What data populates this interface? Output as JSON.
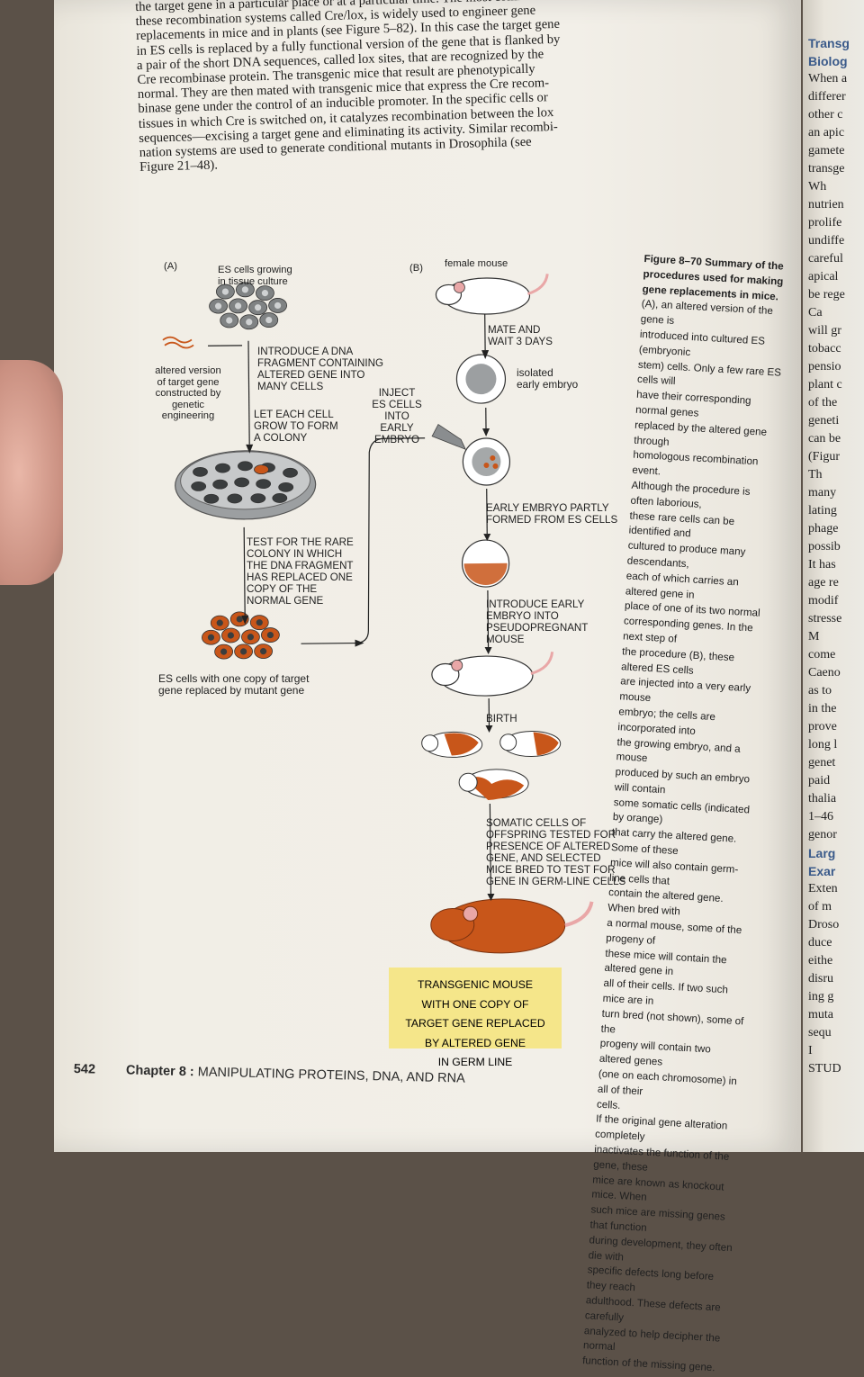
{
  "body_lines": [
    "the target gene in a particular place or at a particular time. The most common of",
    "these recombination systems called Cre/lox, is widely used to engineer gene",
    "replacements in mice and in plants (see Figure 5–82). In this case the target gene",
    "in ES cells is replaced by a fully functional version of the gene that is flanked by",
    "a pair of the short DNA sequences, called lox sites, that are recognized by the",
    "Cre recombinase protein. The transgenic mice that result are phenotypically",
    "normal. They are then mated with transgenic mice that express the Cre recom-",
    "binase gene under the control of an inducible promoter. In the specific cells or",
    "tissues in which Cre is switched on, it catalyzes recombination between the lox",
    "sequences—excising a target gene and eliminating its activity. Similar recombi-",
    "nation systems are used to generate conditional mutants in Drosophila (see",
    "Figure 21–48)."
  ],
  "figure": {
    "panel_a": "(A)",
    "panel_b": "(B)",
    "es_cells_growing": [
      "ES cells growing",
      "in tissue culture"
    ],
    "altered_version": [
      "altered version",
      "of target gene",
      "constructed by",
      "genetic",
      "engineering"
    ],
    "introduce_dna": [
      "INTRODUCE A DNA",
      "FRAGMENT CONTAINING",
      "ALTERED GENE INTO",
      "MANY CELLS"
    ],
    "let_each_cell": [
      "LET EACH CELL",
      "GROW TO FORM",
      "A COLONY"
    ],
    "test_rare": [
      "TEST FOR THE RARE",
      "COLONY IN WHICH",
      "THE DNA FRAGMENT",
      "HAS REPLACED ONE",
      "COPY OF THE",
      "NORMAL GENE"
    ],
    "es_one_copy": [
      "ES cells with one copy of target",
      "gene replaced by mutant gene"
    ],
    "inject": [
      "INJECT",
      "ES CELLS",
      "INTO",
      "EARLY EMBRYO"
    ],
    "female_mouse": "female mouse",
    "mate_wait": [
      "MATE AND",
      "WAIT 3 DAYS"
    ],
    "isolated_embryo": [
      "isolated",
      "early embryo"
    ],
    "early_embryo_partly": [
      "EARLY EMBRYO PARTLY",
      "FORMED FROM ES CELLS"
    ],
    "introduce_early": [
      "INTRODUCE EARLY",
      "EMBRYO INTO",
      "PSEUDOPREGNANT",
      "MOUSE"
    ],
    "birth": "BIRTH",
    "somatic_cells": [
      "SOMATIC CELLS OF",
      "OFFSPRING TESTED FOR",
      "PRESENCE OF ALTERED",
      "GENE, AND SELECTED",
      "MICE BRED TO TEST FOR",
      "GENE IN GERM-LINE CELLS"
    ],
    "transgenic_mouse": [
      "TRANSGENIC MOUSE",
      "WITH ONE COPY OF",
      "TARGET GENE REPLACED",
      "BY ALTERED GENE",
      "IN GERM LINE"
    ],
    "colors": {
      "orange": "#c8561a",
      "cell_gray": "#7f8283",
      "dark_cell": "#3a3d3e",
      "highlight": "#f5e68a",
      "mouse_pink": "#e9a7a7"
    }
  },
  "caption": {
    "title": "Figure 8–70 Summary of the procedures used for making gene replacements in mice.",
    "lines": [
      "(A), an altered version of the gene is",
      "introduced into cultured ES (embryonic",
      "stem) cells. Only a few rare ES cells will",
      "have their corresponding normal genes",
      "replaced by the altered gene through",
      "homologous recombination event.",
      "Although the procedure is often laborious,",
      "these rare cells can be identified and",
      "cultured to produce many descendants,",
      "each of which carries an altered gene in",
      "place of one of its two normal",
      "corresponding genes. In the next step of",
      "the procedure (B), these altered ES cells",
      "are injected into a very early mouse",
      "embryo; the cells are incorporated into",
      "the growing embryo, and a mouse",
      "produced by such an embryo will contain",
      "some somatic cells (indicated by orange)",
      "that carry the altered gene. Some of these",
      "mice will also contain germ-line cells that",
      "contain the altered gene. When bred with",
      "a normal mouse, some of the progeny of",
      "these mice will contain the altered gene in",
      "all of their cells. If two such mice are in",
      "turn bred (not shown), some of the",
      "progeny will contain two altered genes",
      "(one on each chromosome) in all of their",
      "cells.",
      "  If the original gene alteration completely",
      "inactivates the function of the gene, these",
      "mice are known as knockout mice. When",
      "such mice are missing genes that function",
      "during development, they often die with",
      "specific defects long before they reach",
      "adulthood. These defects are carefully",
      "analyzed to help decipher the normal",
      "function of the missing gene."
    ]
  },
  "footer": {
    "page_number": "542",
    "chapter": "Chapter 8 :",
    "chapter_title": "MANIPULATING PROTEINS, DNA, AND RNA"
  },
  "right_page": {
    "lines": [
      "Transg",
      "Biolog",
      "When a",
      "differer",
      "other c",
      "an apic",
      "gamete",
      "transge",
      "Wh",
      "nutrien",
      "prolife",
      "undiffe",
      "careful",
      "apical",
      "be rege",
      "Ca",
      "will gr",
      "tobacc",
      "pensio",
      "plant c",
      "of the",
      "geneti",
      "can be",
      "(Figur",
      "Th",
      "many",
      "lating",
      "phage",
      "possib",
      "It has",
      "age re",
      "modif",
      "stresse",
      "M",
      "come",
      "Caeno",
      "as to",
      "in the",
      "prove",
      "long l",
      "genet",
      "paid",
      "thalia",
      "1–46",
      "genor",
      "Larg",
      "Exar",
      "Exten",
      "of m",
      "Droso",
      "duce",
      "eithe",
      "disru",
      "ing g",
      "muta",
      "sequ",
      "I",
      "STUD"
    ]
  }
}
